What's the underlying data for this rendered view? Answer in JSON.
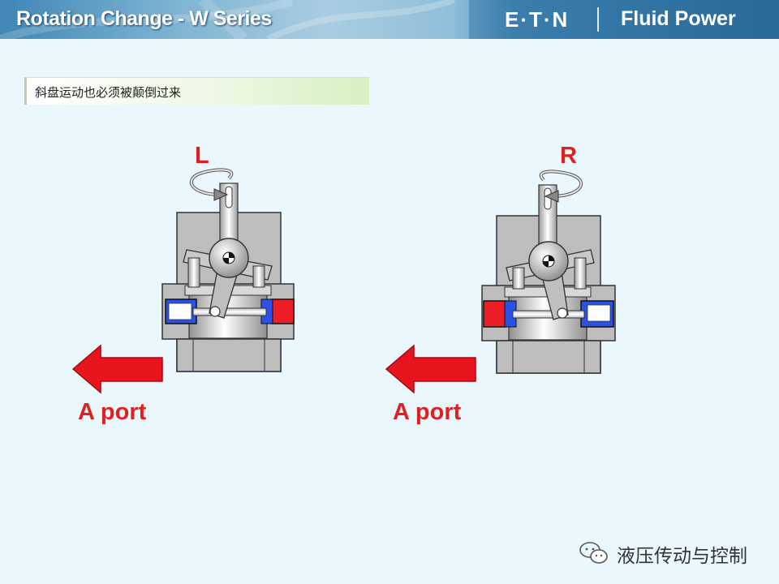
{
  "header": {
    "title": "Rotation Change - W Series",
    "brand": "E·T·N",
    "product": "Fluid Power"
  },
  "caption": "斜盘运动也必须被颠倒过来",
  "left_unit": {
    "rotation_label": "L",
    "port_label": "A port"
  },
  "right_unit": {
    "rotation_label": "R",
    "port_label": "A port"
  },
  "watermark": {
    "text": "液压传动与控制",
    "icon": "wechat-icon"
  },
  "colors": {
    "arrow_red": "#e8141e",
    "pressure_red": "#ee1e26",
    "chamber_blue": "#2a52e6",
    "body_gray": "#bdbdbd",
    "text_red": "#e02020"
  }
}
